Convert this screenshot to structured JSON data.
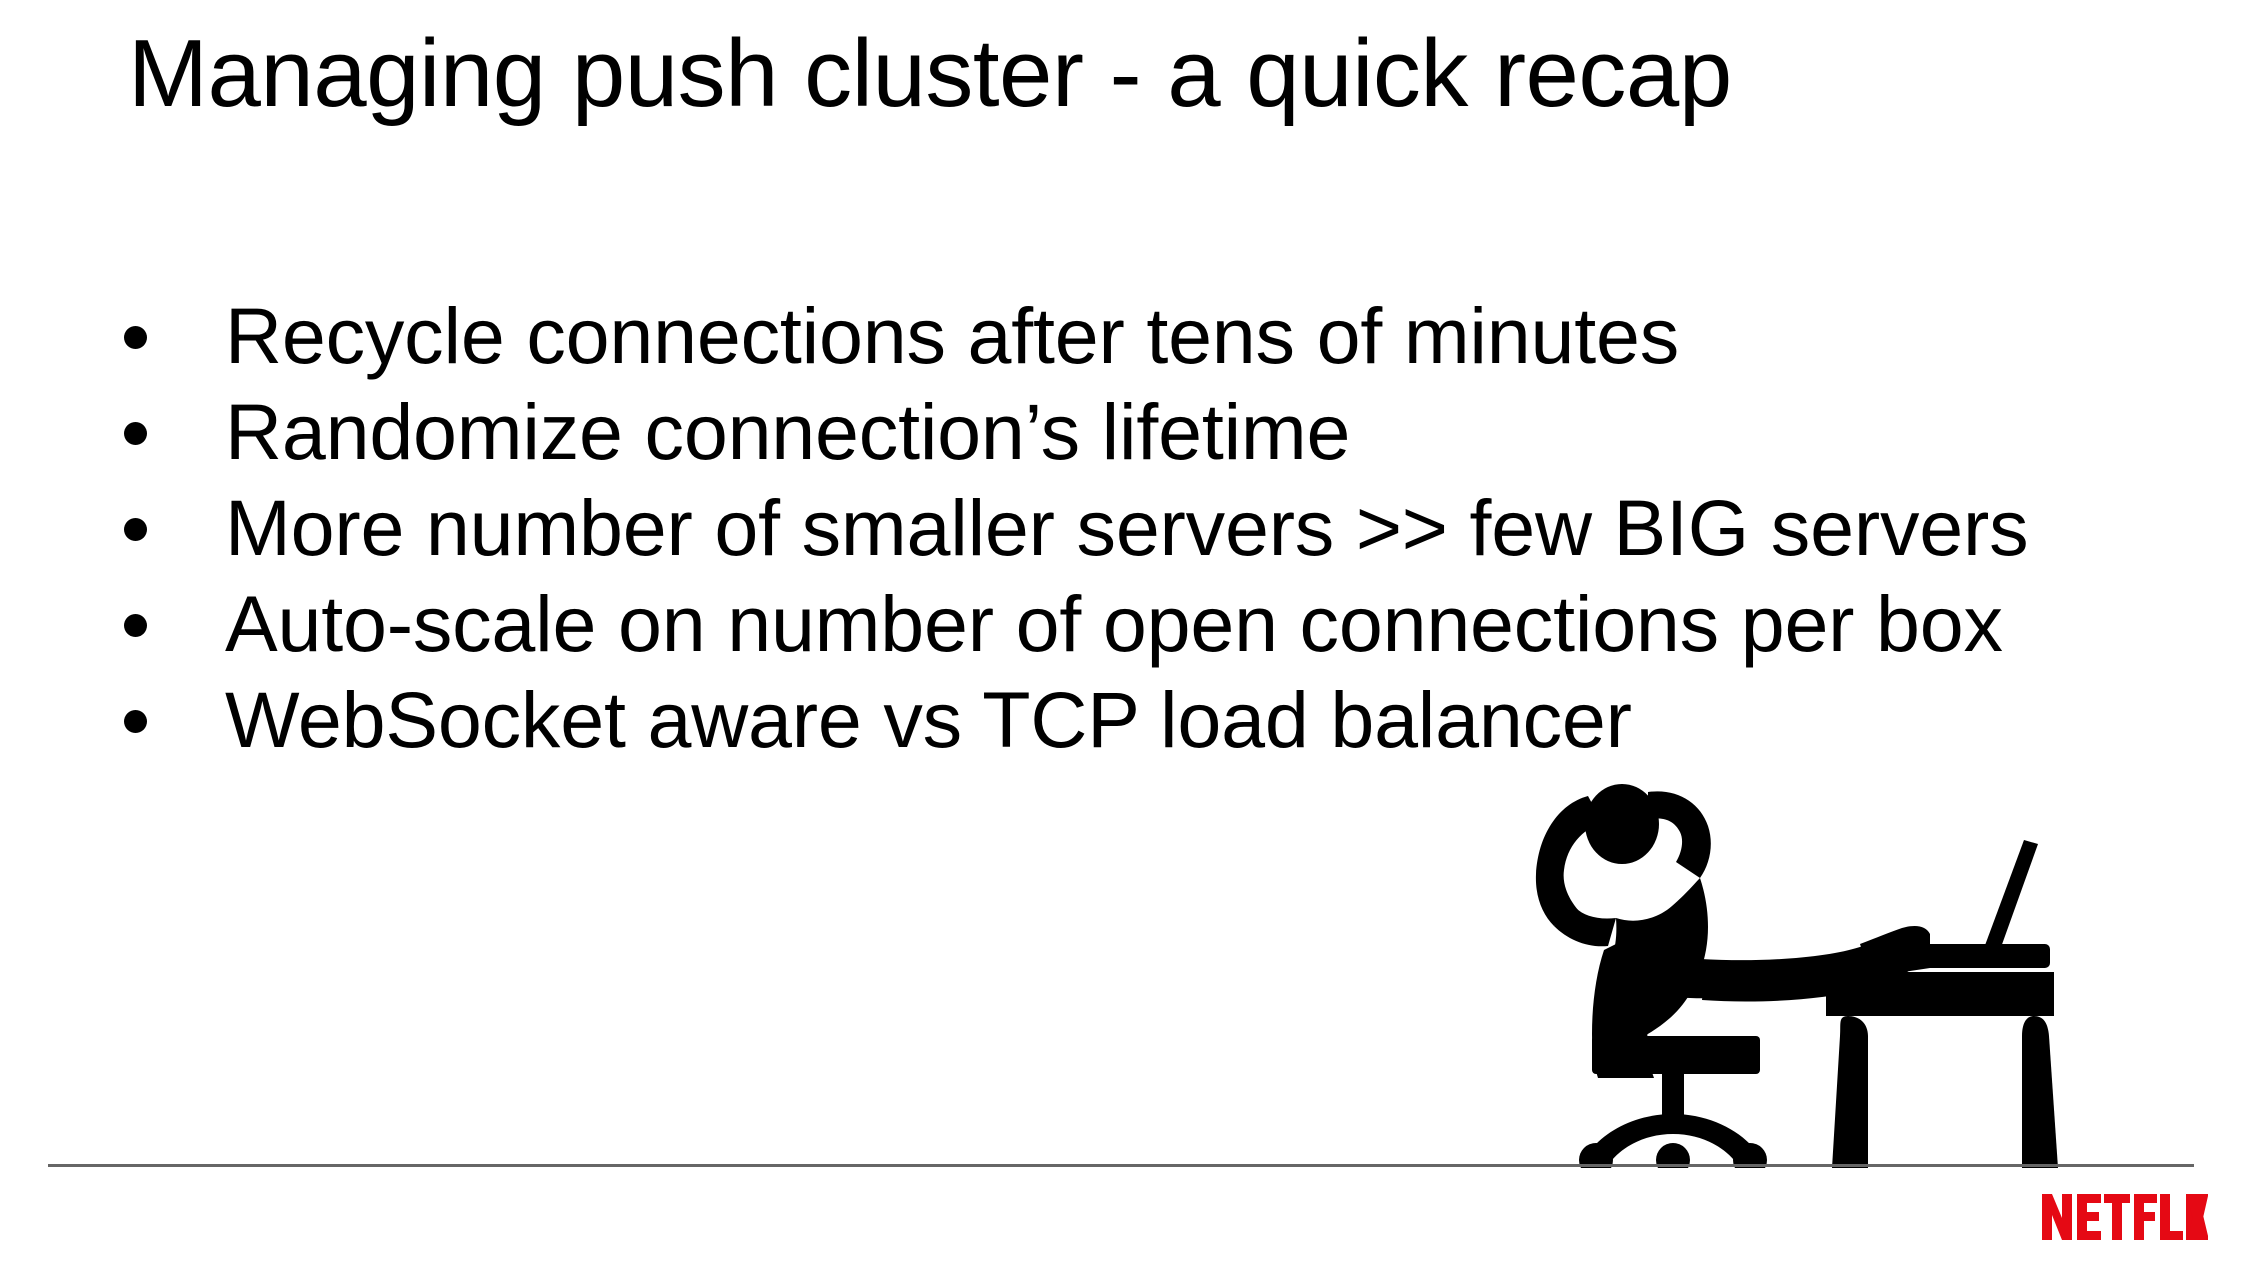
{
  "slide": {
    "title": "Managing push cluster - a quick recap",
    "background_color": "#FFFFFF",
    "text_color": "#000000",
    "divider_color": "#666666"
  },
  "bullets": [
    {
      "text": "Recycle connections after tens of minutes"
    },
    {
      "text": "Randomize connection’s lifetime"
    },
    {
      "text": "More number of smaller servers >> few BIG servers"
    },
    {
      "text": "Auto-scale on number of open connections per box"
    },
    {
      "text": "WebSocket aware vs TCP load balancer"
    }
  ],
  "illustration": {
    "name": "person-relaxing-at-desk-silhouette",
    "description": "Black silhouette of a person leaning back in an office chair with hands behind head and feet up on a desk holding an open laptop",
    "color": "#000000"
  },
  "footer": {
    "brand": "NETFLIX",
    "brand_color": "#E50914"
  }
}
